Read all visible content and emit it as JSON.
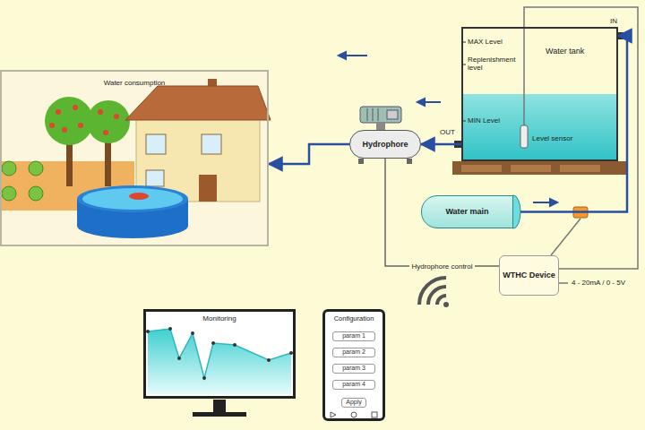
{
  "diagram": {
    "nodes": [
      {
        "text": [
          "Water consumption"
        ]
      },
      {
        "text": [
          "Water tank"
        ]
      },
      {
        "text": [
          "Hydrophore"
        ]
      },
      {
        "text": [
          "Water main"
        ]
      },
      {
        "text": [
          "WTHC Device"
        ]
      },
      {
        "text": [
          "Monitoring"
        ]
      },
      {
        "text": [
          "Configuration"
        ]
      },
      {
        "text": [
          "param 1"
        ],
        "in": 6
      },
      {
        "text": [
          "param 2"
        ],
        "in": 6
      },
      {
        "text": [
          "param 3"
        ],
        "in": 6
      },
      {
        "text": [
          "param 4"
        ],
        "in": 6
      },
      {
        "text": [
          "Apply"
        ],
        "in": 6
      }
    ],
    "edges": [
      {
        "from": 3,
        "to": 1,
        "arrow": "to"
      },
      {
        "from": 1,
        "to": 2,
        "arrow": "to"
      },
      {
        "from": 2,
        "to": 0,
        "arrow": "to"
      },
      {
        "from": 4,
        "to": 2,
        "label": "Hydrophore control",
        "arrow": "none"
      }
    ],
    "labels": [
      "MAX Level",
      "Replenishment level",
      "MIN Level",
      "Level sensor",
      "IN",
      "OUT",
      "4 - 20mA / 0 - 5V"
    ]
  }
}
